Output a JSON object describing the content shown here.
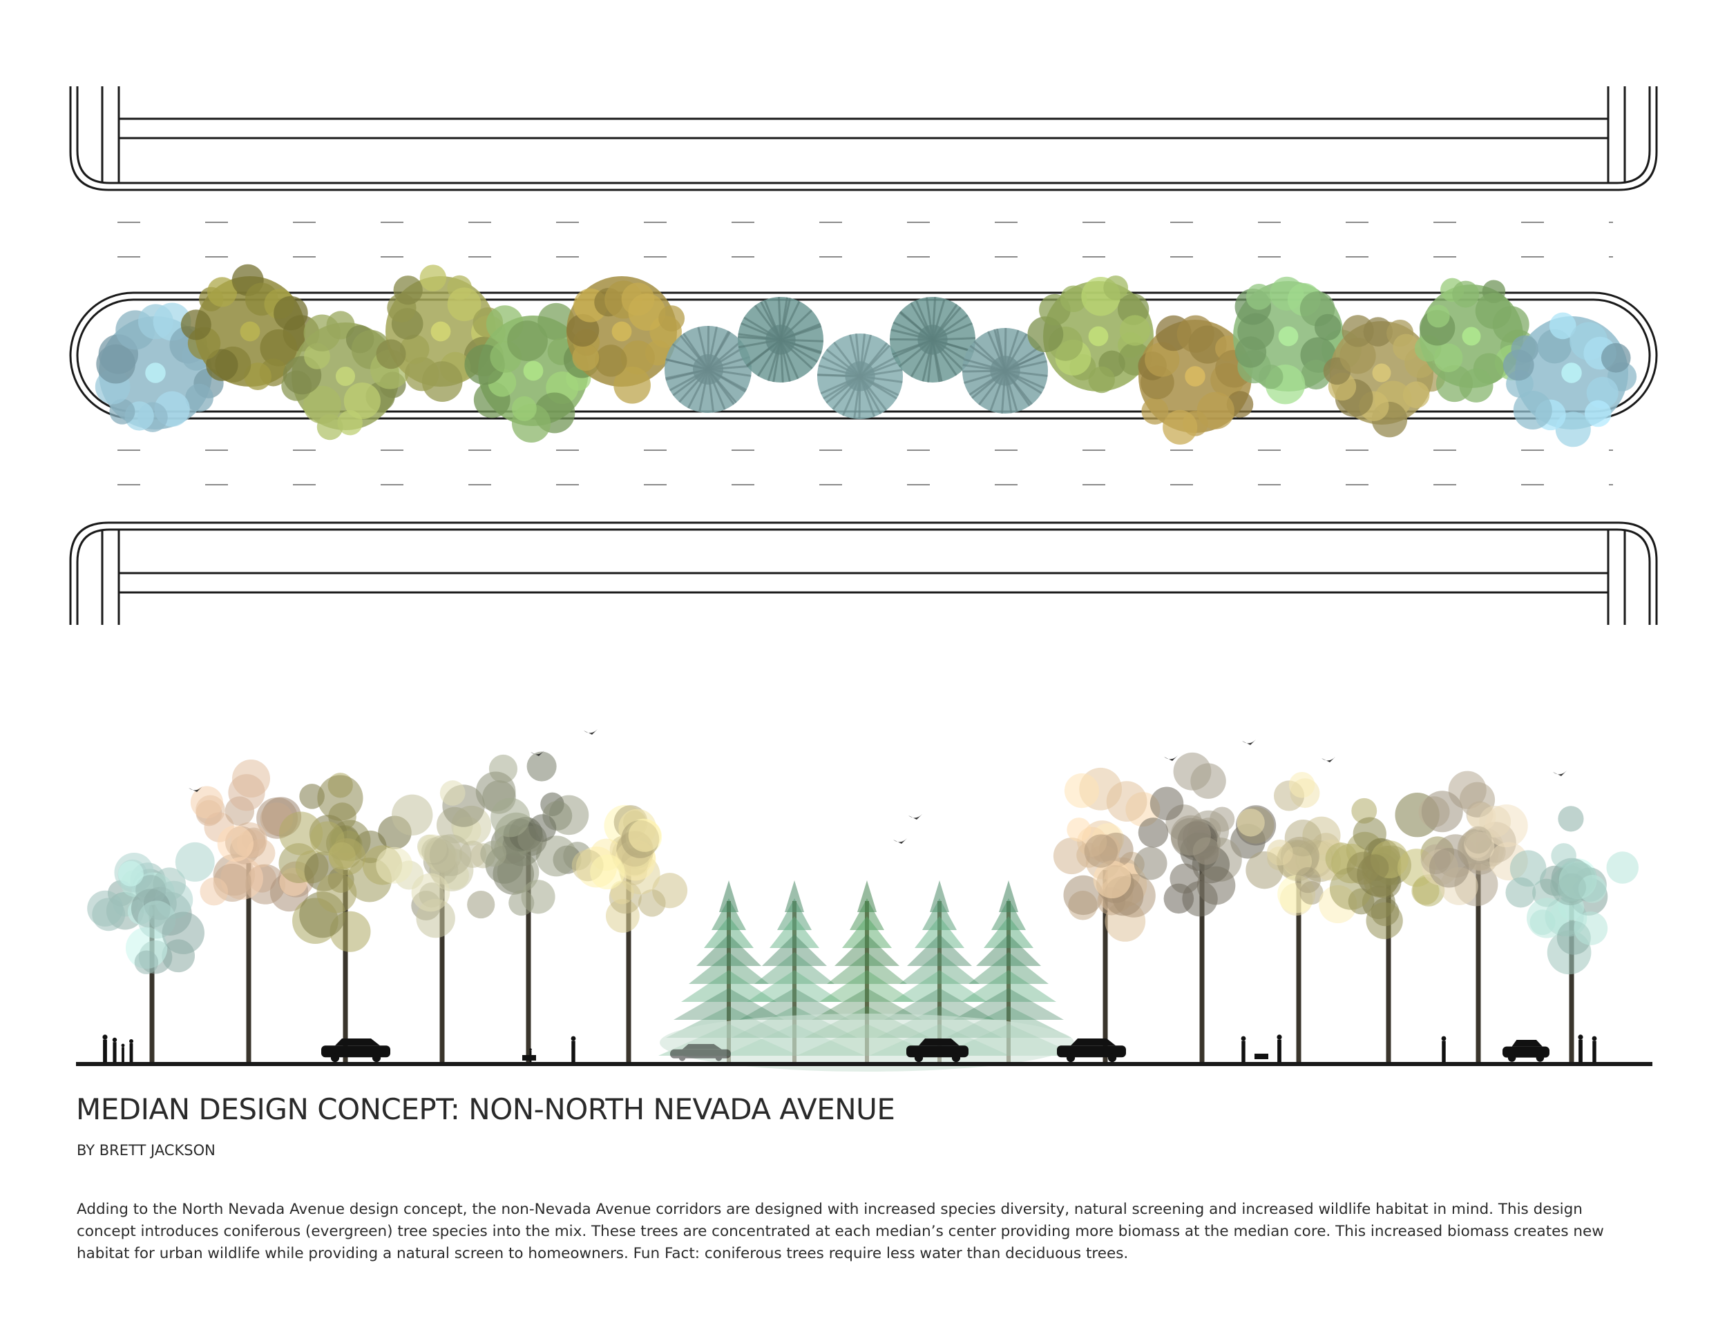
{
  "title": "MEDIAN DESIGN CONCEPT: NON-NORTH NEVADA AVENUE",
  "byline": "BY BRETT JACKSON",
  "description": "Adding to the North Nevada Avenue design concept, the non-Nevada Avenue corridors are designed with increased species diversity, natural screening and increased wildlife habitat in mind.  This design concept introduces coniferous (evergreen) tree species into the mix.  These trees are concentrated at each median’s center providing more biomass at the median core.  This increased biomass creates new habitat for urban wildlife while providing a natural screen to homeowners.  Fun Fact: coniferous trees require less water than deciduous trees.",
  "plan_trees": [
    {
      "kind": "deciduous",
      "color": "#8fb9c8"
    },
    {
      "kind": "deciduous",
      "color": "#8f8a3c"
    },
    {
      "kind": "deciduous",
      "color": "#98a65c"
    },
    {
      "kind": "deciduous",
      "color": "#a3a657"
    },
    {
      "kind": "deciduous",
      "color": "#86b066"
    },
    {
      "kind": "deciduous",
      "color": "#a38e42"
    },
    {
      "kind": "conifer",
      "color": "#7fa6a8"
    },
    {
      "kind": "conifer",
      "color": "#6f9a96"
    },
    {
      "kind": "conifer",
      "color": "#86aeb0"
    },
    {
      "kind": "conifer",
      "color": "#6f9a96"
    },
    {
      "kind": "conifer",
      "color": "#7fa6a8"
    },
    {
      "kind": "deciduous",
      "color": "#96ad5c"
    },
    {
      "kind": "deciduous",
      "color": "#a88f48"
    },
    {
      "kind": "deciduous",
      "color": "#88b878"
    },
    {
      "kind": "deciduous",
      "color": "#a89a5a"
    },
    {
      "kind": "deciduous",
      "color": "#86b36c"
    },
    {
      "kind": "deciduous",
      "color": "#90bccc"
    }
  ],
  "section_trees": [
    {
      "kind": "deciduous",
      "color": "#a9cfc8"
    },
    {
      "kind": "deciduous",
      "color": "#d9b89a"
    },
    {
      "kind": "deciduous",
      "color": "#a6a260"
    },
    {
      "kind": "deciduous",
      "color": "#c9c7a4"
    },
    {
      "kind": "deciduous",
      "color": "#8a8f78"
    },
    {
      "kind": "deciduous",
      "color": "#e0d39a"
    },
    {
      "kind": "conifer",
      "color": "#4e9a6e"
    },
    {
      "kind": "conifer",
      "color": "#5aa27a"
    },
    {
      "kind": "conifer",
      "color": "#4f9a5e"
    },
    {
      "kind": "conifer",
      "color": "#5aa27a"
    },
    {
      "kind": "conifer",
      "color": "#4e9a6e"
    },
    {
      "kind": "deciduous",
      "color": "#e4c6a0"
    },
    {
      "kind": "deciduous",
      "color": "#8c8676"
    },
    {
      "kind": "deciduous",
      "color": "#e2d6a6"
    },
    {
      "kind": "deciduous",
      "color": "#a8a462"
    },
    {
      "kind": "deciduous",
      "color": "#d6c8ac"
    },
    {
      "kind": "deciduous",
      "color": "#a8d2c8"
    }
  ],
  "section_figures": [
    "family",
    "pickup-truck",
    "person-sitting",
    "runner",
    "sedan",
    "minivan",
    "pickup-truck",
    "dog-walkers",
    "runner",
    "compact-car",
    "couple"
  ],
  "colors": {
    "line": "#1a1a1a",
    "text": "#2a2a2a",
    "background": "#ffffff"
  }
}
